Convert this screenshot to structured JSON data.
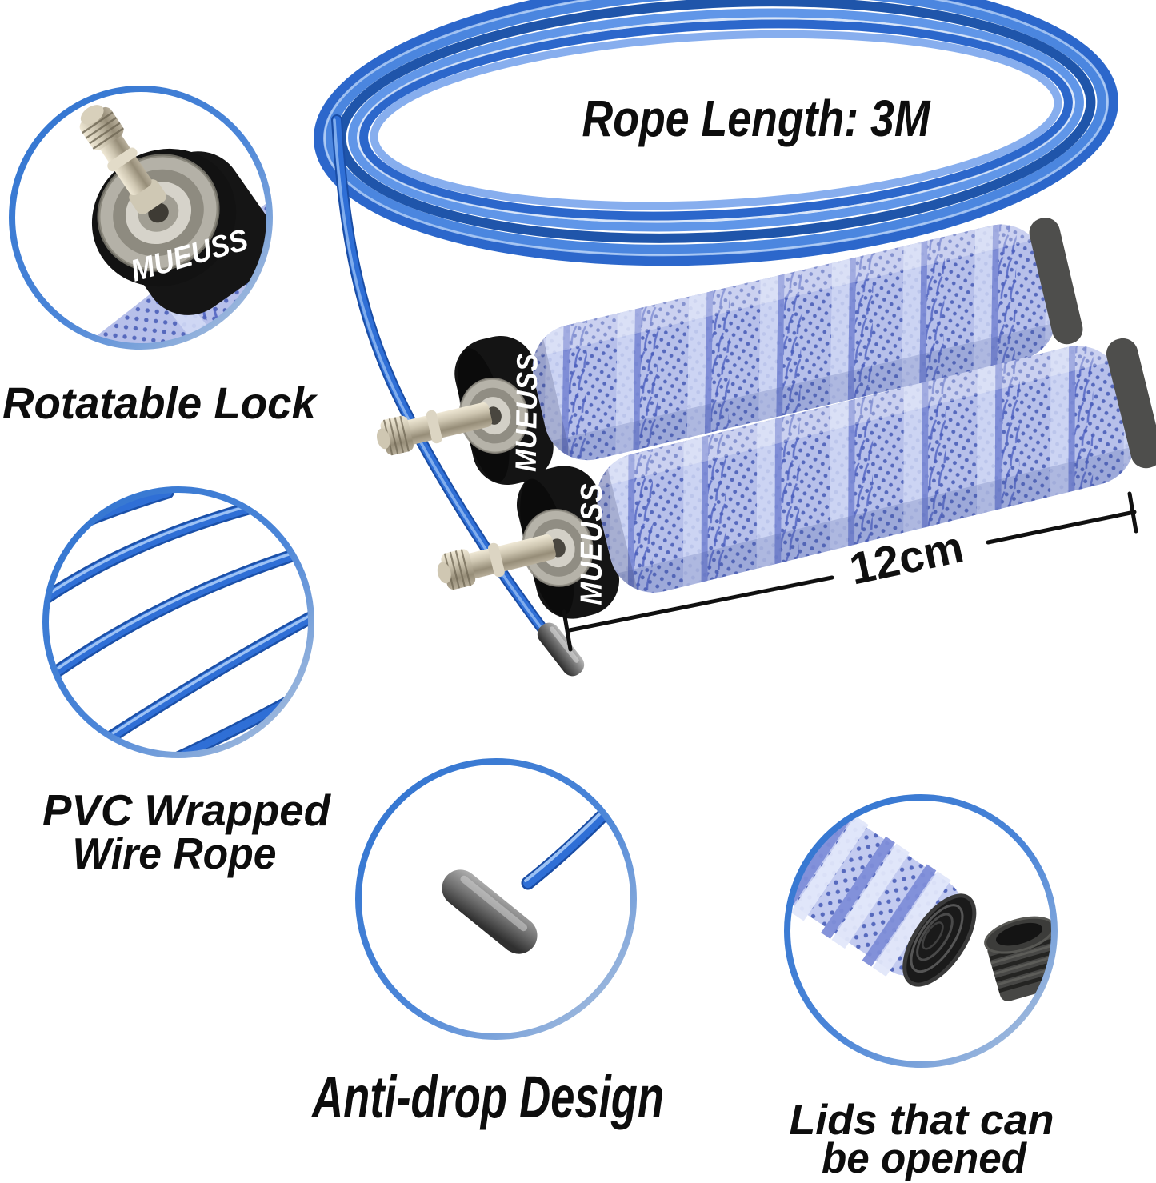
{
  "header": {
    "rope_length_label": "Rope Length: 3M"
  },
  "measurement": {
    "handle_length": "12cm"
  },
  "product": {
    "brand": "MUEUSS"
  },
  "callouts": {
    "rotatable_lock": {
      "label": "Rotatable Lock"
    },
    "pvc_rope": {
      "line1": "PVC Wrapped",
      "line2": "Wire Rope"
    },
    "anti_drop": {
      "label": "Anti-drop Design"
    },
    "lids": {
      "line1": "Lids that can",
      "line2": "be opened"
    }
  },
  "colors": {
    "rope_blue": "#2f6fd6",
    "rope_dark": "#1a4da5",
    "rope_light": "#8ab4f0",
    "grip_base": "#b7c0ea",
    "grip_dot": "#4c5fb8",
    "cap_black": "#141414",
    "metal_light": "#cdc5b0",
    "ring_blue": "#2f73d0",
    "label_text": "#0d0d0d"
  }
}
